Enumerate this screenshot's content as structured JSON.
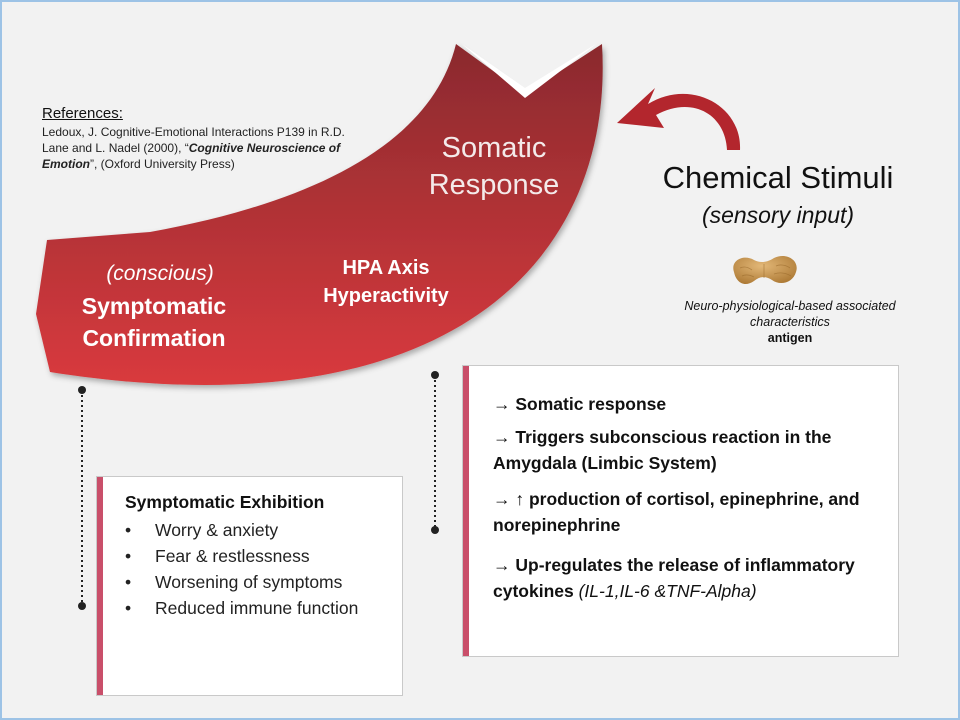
{
  "colors": {
    "arc_top": "#8a2a2e",
    "arc_bottom": "#d93a3e",
    "accent_bar": "#c94f6a",
    "frame": "#9dc3e6",
    "background": "#f2f2f2"
  },
  "references": {
    "heading": "References:",
    "line_plain_1": "Ledoux, J. Cognitive-Emotional Interactions P139 in R.D. Lane and L. Nadel (2000), “",
    "line_emph": "Cognitive Neuroscience of Emotion",
    "line_plain_2": "”, (Oxford University Press)"
  },
  "arc": {
    "top_label": "Somatic Response",
    "middle_label": "HPA Axis Hyperactivity",
    "conscious_label": "(conscious)",
    "bottom_label": "Symptomatic Confirmation"
  },
  "stimulus": {
    "title": "Chemical Stimuli",
    "subtitle": "(sensory input)",
    "icon": "peanut-icon",
    "description": "Neuro-physiological-based associated characteristics",
    "label": "antigen"
  },
  "exhibition": {
    "heading": "Symptomatic Exhibition",
    "bullet": "•",
    "items": [
      "Worry & anxiety",
      "Fear & restlessness",
      "Worsening of symptoms",
      "Reduced immune function"
    ]
  },
  "responses": {
    "r1": "→ Somatic response",
    "r2": "→ Triggers subconscious reaction in the Amygdala (Limbic System)",
    "r3": "→ ↑ production of cortisol, epinephrine, and norepinephrine",
    "r4_bold": "→ Up-regulates the release of inflammatory cytokines",
    "r4_italic": "(IL-1,IL-6 &TNF-Alpha)"
  }
}
